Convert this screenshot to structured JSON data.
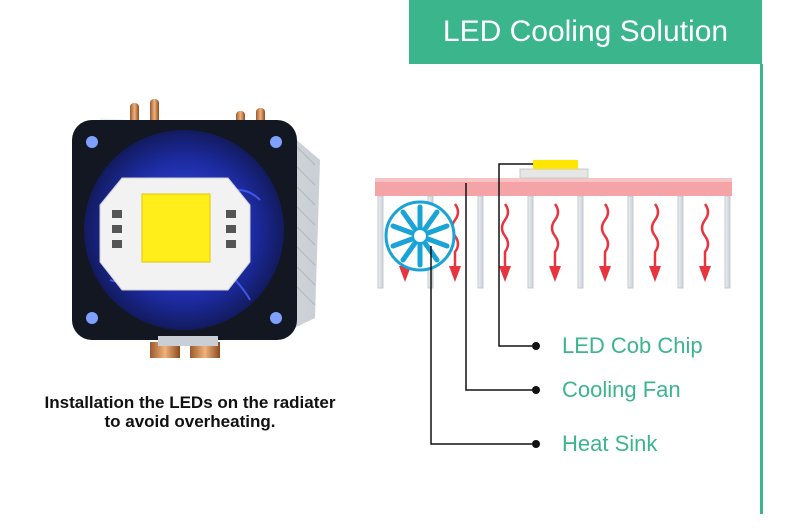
{
  "header": {
    "title": "LED Cooling Solution"
  },
  "caption": {
    "line1": "Installation the LEDs on the radiater",
    "line2": "to avoid overheating."
  },
  "callouts": [
    {
      "label": "LED Cob Chip"
    },
    {
      "label": "Cooling Fan"
    },
    {
      "label": "Heat Sink"
    }
  ],
  "colors": {
    "accent": "#3bb58c",
    "heat_arrow": "#e8343e",
    "base_plate": "#f4a3a6",
    "chip": "#ffe600",
    "fan": "#1aa3d6",
    "fin": "#d7dde2",
    "fan_led": "#2a3cff"
  },
  "icons": {
    "product": "cpu-cooler-with-led-cob-photo",
    "fan": "cooling-fan-icon"
  }
}
